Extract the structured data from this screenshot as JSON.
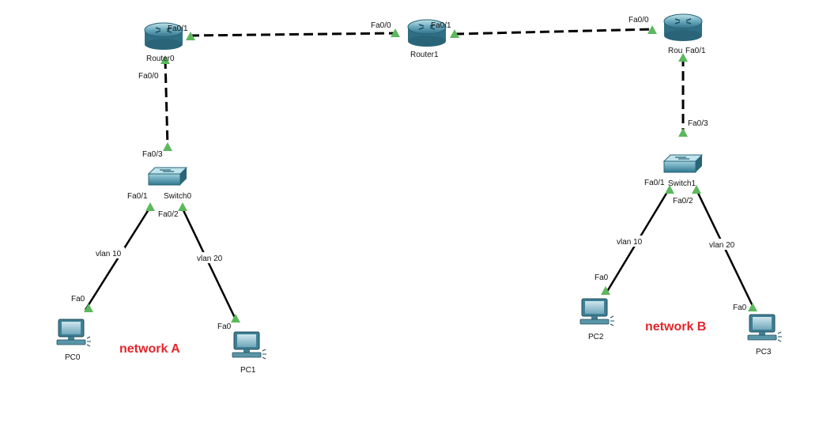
{
  "devices": {
    "router0": {
      "name": "Router0"
    },
    "router1": {
      "name": "Router1"
    },
    "router2": {
      "name": "Rou"
    },
    "switch0": {
      "name": "Switch0"
    },
    "switch1": {
      "name": "Switch1"
    },
    "pc0": {
      "name": "PC0"
    },
    "pc1": {
      "name": "PC1"
    },
    "pc2": {
      "name": "PC2"
    },
    "pc3": {
      "name": "PC3"
    }
  },
  "ports": {
    "r0_fa01": "Fa0/1",
    "r0_fa00": "Fa0/0",
    "r1_fa00": "Fa0/0",
    "r1_fa01": "Fa0/1",
    "r2_fa00": "Fa0/0",
    "r2_fa01": "Fa0/1",
    "sw0_fa03": "Fa0/3",
    "sw0_fa01": "Fa0/1",
    "sw0_fa02": "Fa0/2",
    "sw1_fa03": "Fa0/3",
    "sw1_fa01": "Fa0/1",
    "sw1_fa02": "Fa0/2",
    "pc0_fa0": "Fa0",
    "pc1_fa0": "Fa0",
    "pc2_fa0": "Fa0",
    "pc3_fa0": "Fa0"
  },
  "links": {
    "sw0_pc0_vlan": "vlan 10",
    "sw0_pc1_vlan": "vlan 20",
    "sw1_pc2_vlan": "vlan 10",
    "sw1_pc3_vlan": "vlan 20"
  },
  "networks": {
    "a": {
      "label": "network A",
      "color": "#e3262b"
    },
    "b": {
      "label": "network B",
      "color": "#e3262b"
    }
  },
  "colors": {
    "port_up": "#5cb85c",
    "device_blue": "#3f8fa8",
    "background": "#ffffff"
  },
  "icons": {
    "router": "router-icon",
    "switch": "switch-icon",
    "pc": "pc-icon",
    "port": "port-up-triangle-icon"
  }
}
